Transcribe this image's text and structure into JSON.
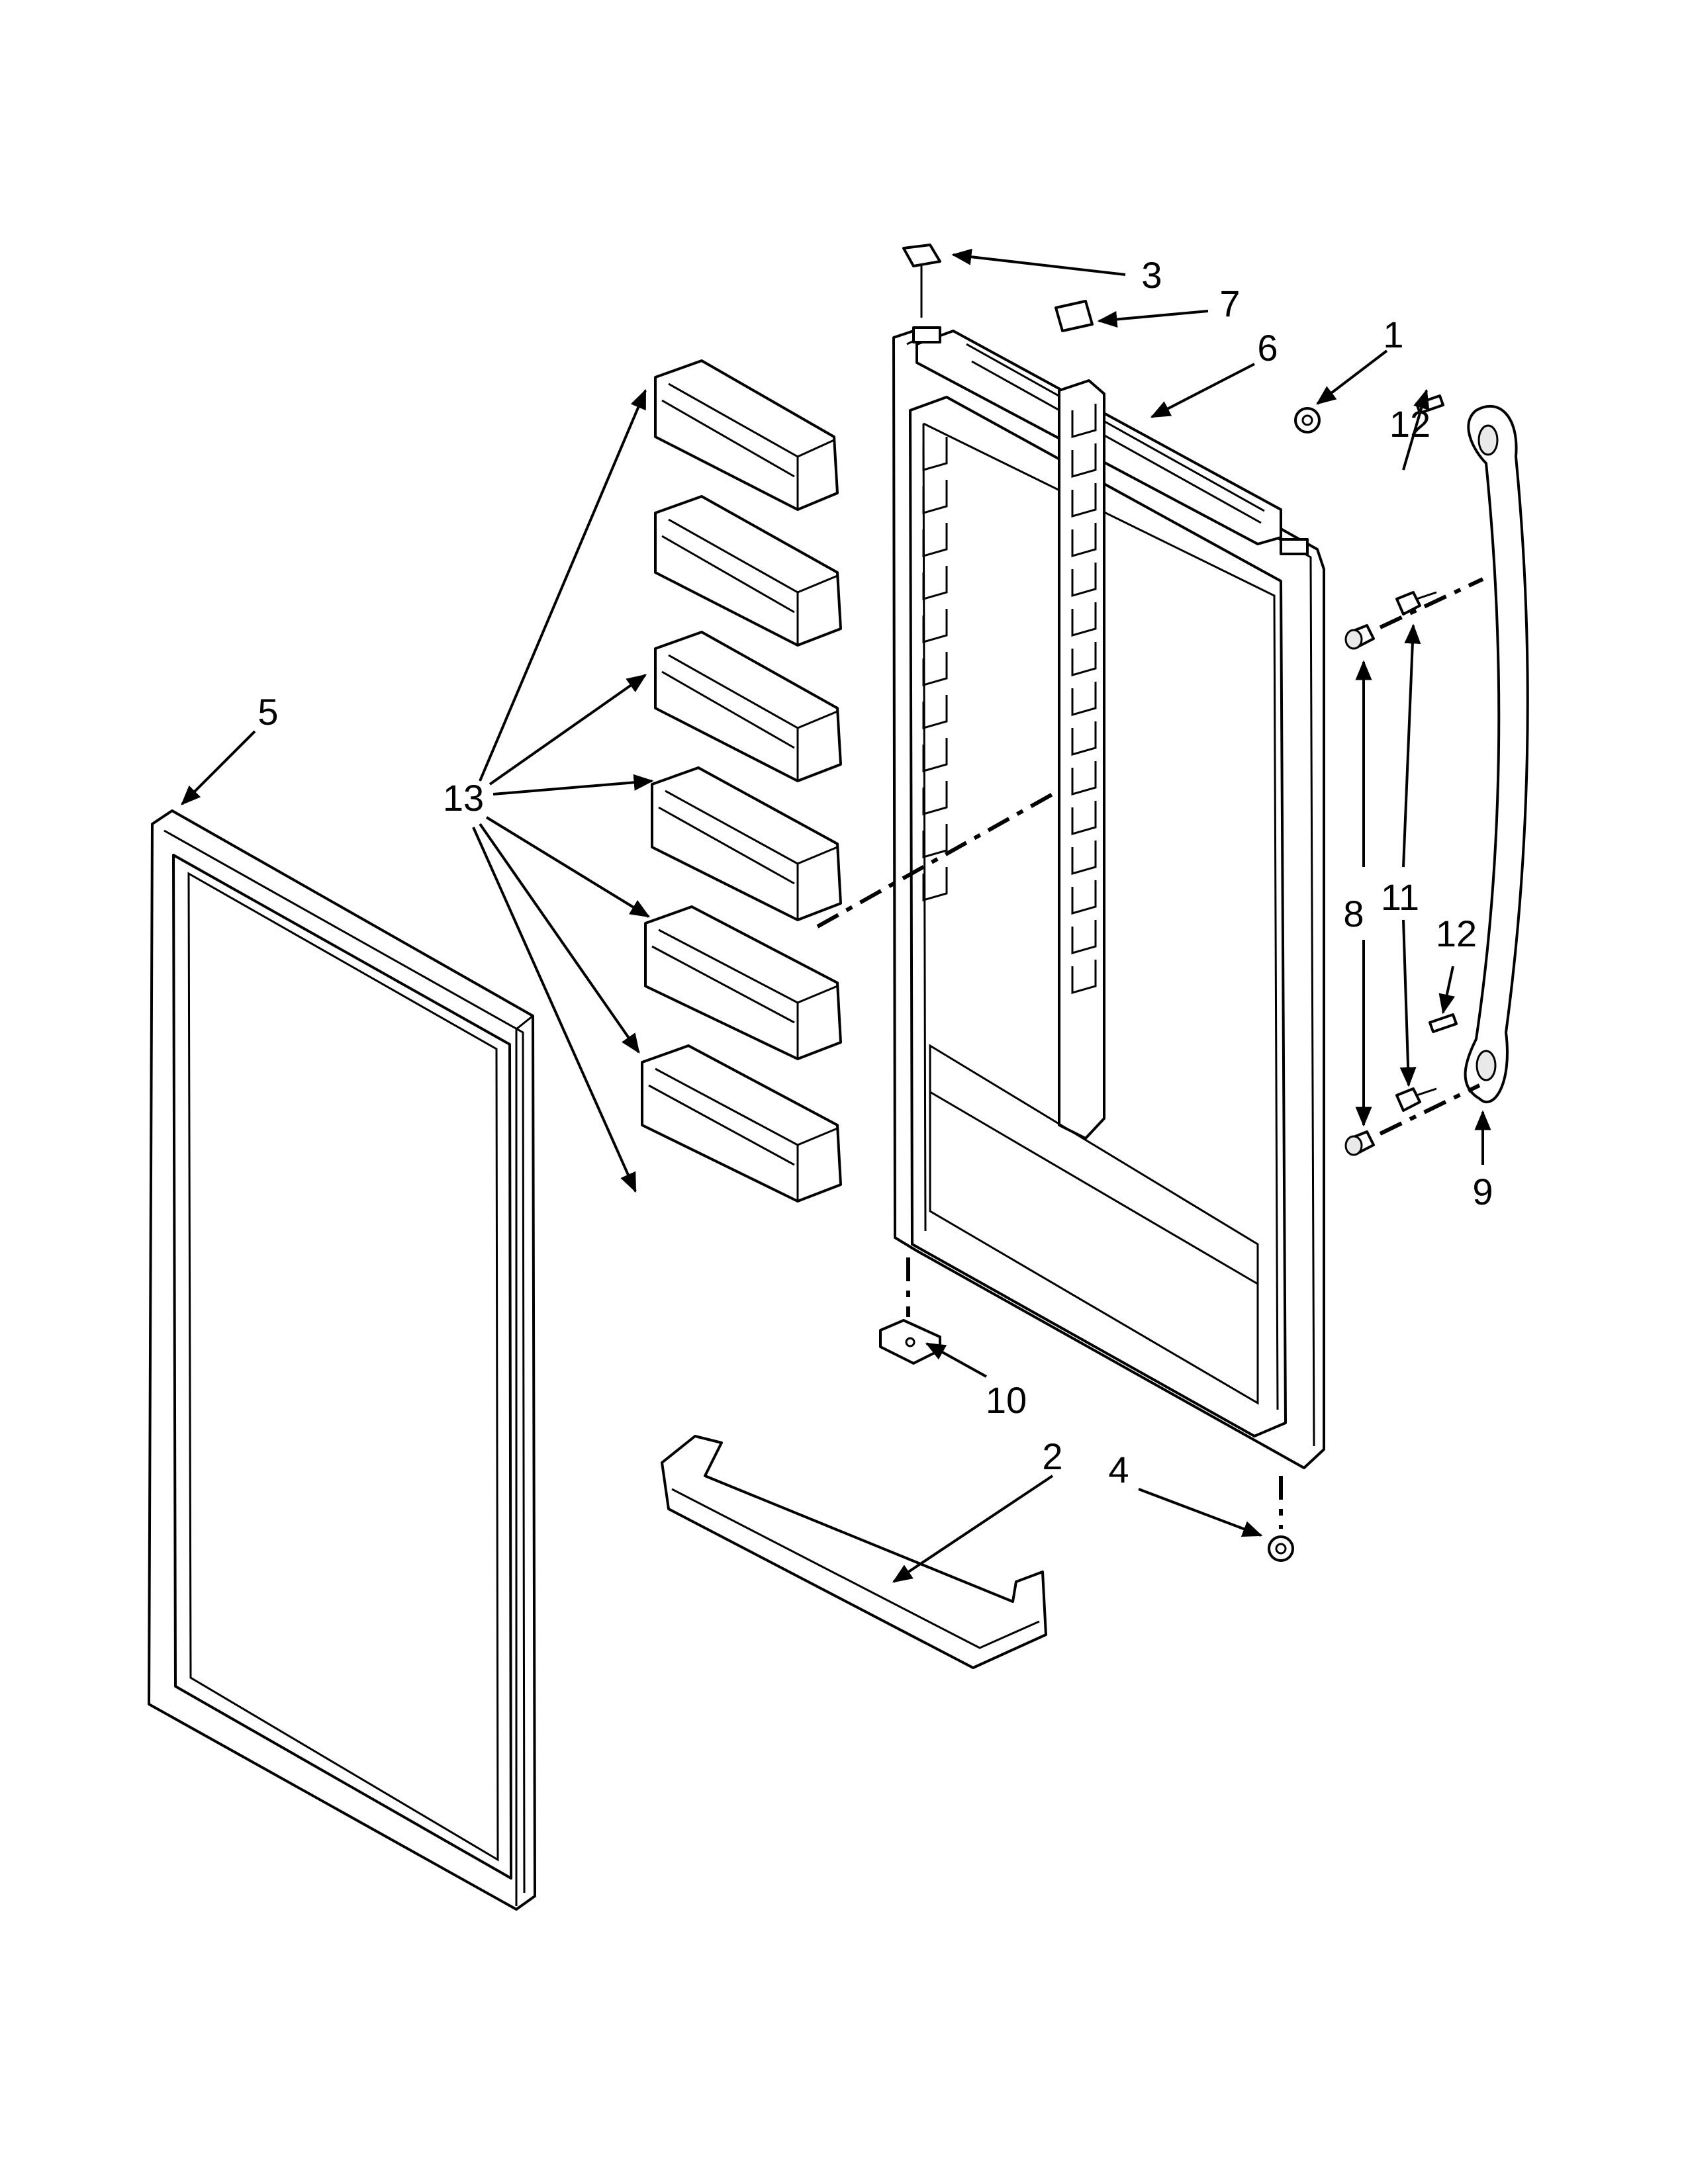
{
  "callouts": {
    "c1": "1",
    "c2": "2",
    "c3": "3",
    "c4": "4",
    "c5": "5",
    "c6": "6",
    "c7": "7",
    "c8": "8",
    "c9": "9",
    "c10": "10",
    "c11a": "11",
    "c12a": "12",
    "c12b": "12",
    "c13": "13"
  }
}
